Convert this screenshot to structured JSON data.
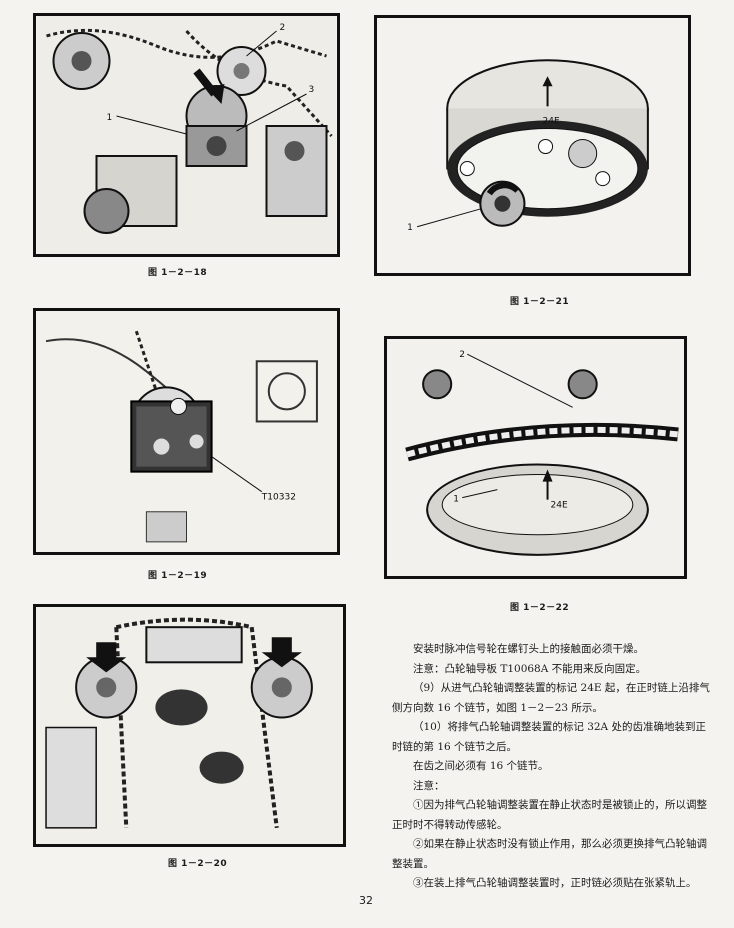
{
  "figures": [
    {
      "id": "fig-18",
      "caption": "图 1－2－18",
      "callouts": [
        "1",
        "2",
        "3"
      ]
    },
    {
      "id": "fig-19",
      "caption": "图 1－2－19",
      "callouts": [
        "T10332"
      ]
    },
    {
      "id": "fig-20",
      "caption": "图 1－2－20",
      "callouts": []
    },
    {
      "id": "fig-21",
      "caption": "图 1－2－21",
      "callouts": [
        "24E",
        "1"
      ]
    },
    {
      "id": "fig-22",
      "caption": "图 1－2－22",
      "callouts": [
        "2",
        "1",
        "24E"
      ]
    }
  ],
  "body": {
    "paragraphs": [
      "安装时脉冲信号轮在螺钉头上的接触面必须干燥。",
      "注意：凸轮轴导板 T10068A 不能用来反向固定。",
      "（9）从进气凸轮轴调整装置的标记 24E 起，在正时链上沿排气侧方向数 16 个链节，如图 1－2－23 所示。",
      "（10）将排气凸轮轴调整装置的标记 32A 处的齿准确地装到正时链的第 16 个链节之后。",
      "在齿之间必须有 16 个链节。",
      "注意：",
      "①因为排气凸轮轴调整装置在静止状态时是被锁止的，所以调整正时时不得转动传感轮。",
      "②如果在静止状态时没有锁止作用，那么必须更换排气凸轮轴调整装置。",
      "③在装上排气凸轮轴调整装置时，正时链必须贴在张紧轨上。"
    ]
  },
  "page_number": "32"
}
